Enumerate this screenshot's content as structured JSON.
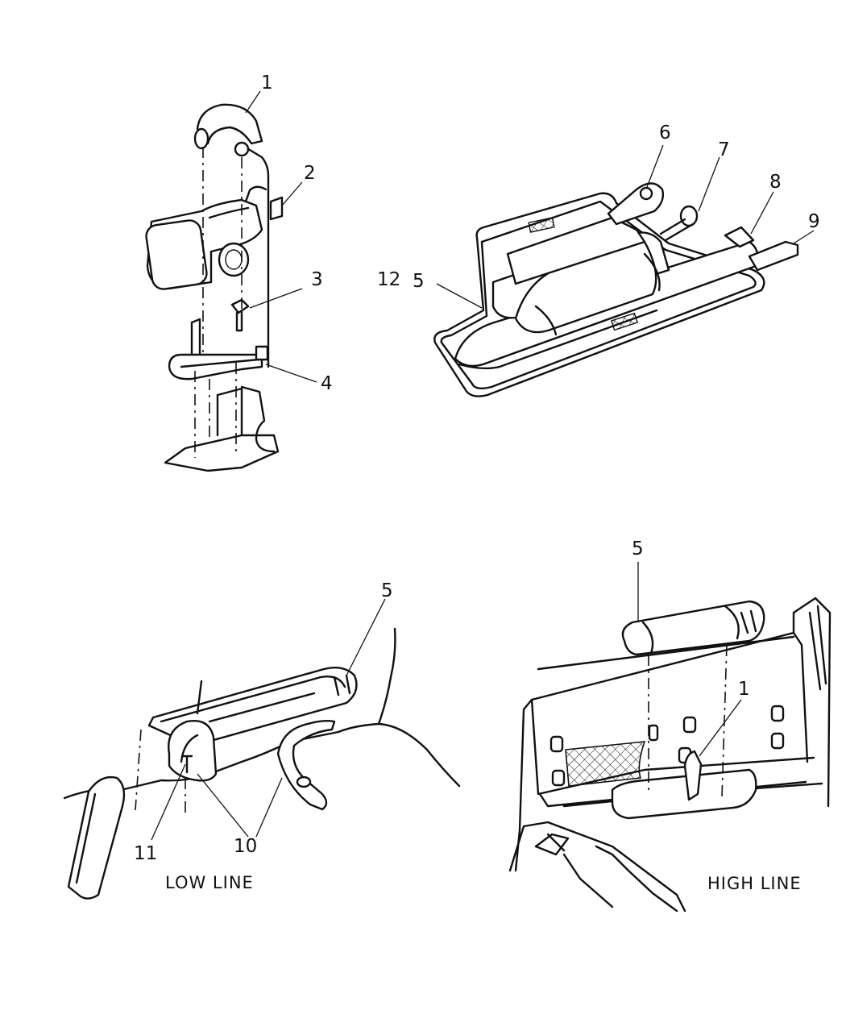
{
  "callouts": {
    "c1_tl": "1",
    "c2": "2",
    "c3": "3",
    "c4": "4",
    "c6": "6",
    "c7": "7",
    "c8": "8",
    "c9": "9",
    "c12": "12",
    "c5_tr": "5",
    "c5_bl": "5",
    "c10": "10",
    "c11": "11",
    "c5_br": "5",
    "c1_br": "1"
  },
  "captions": {
    "low_line": "LOW LINE",
    "high_line": "HIGH LINE"
  }
}
